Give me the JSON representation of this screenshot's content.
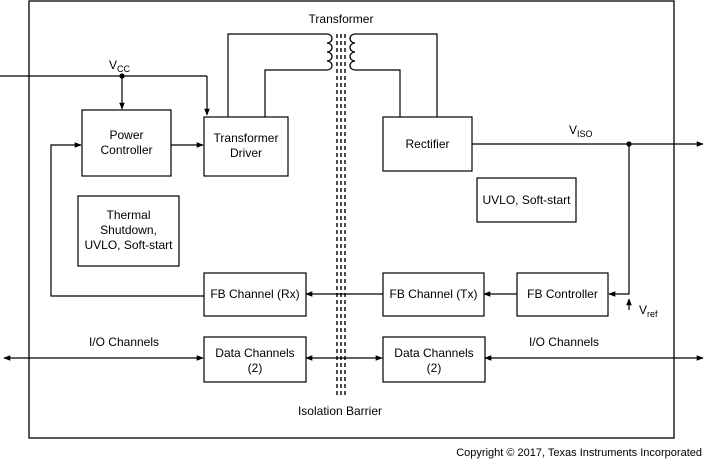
{
  "labels": {
    "transformer": "Transformer",
    "vcc_main": "V",
    "vcc_sub": "CC",
    "viso_main": "V",
    "viso_sub": "ISO",
    "vref_main": "V",
    "vref_sub": "ref",
    "io_left": "I/O Channels",
    "io_right": "I/O Channels",
    "isolation_barrier": "Isolation Barrier",
    "copyright": "Copyright © 2017, Texas Instruments Incorporated"
  },
  "blocks": {
    "power_controller": {
      "line1": "Power",
      "line2": "Controller"
    },
    "transformer_driver": {
      "line1": "Transformer",
      "line2": "Driver"
    },
    "rectifier": {
      "line1": "Rectifier"
    },
    "thermal": {
      "line1": "Thermal",
      "line2": "Shutdown,",
      "line3": "UVLO, Soft-start"
    },
    "uvlo_right": {
      "line1": "UVLO, Soft-start"
    },
    "fb_rx": {
      "line1": "FB Channel (Rx)"
    },
    "fb_tx": {
      "line1": "FB Channel (Tx)"
    },
    "fb_controller": {
      "line1": "FB Controller"
    },
    "data_left": {
      "line1": "Data Channels",
      "line2": "(2)"
    },
    "data_right": {
      "line1": "Data Channels",
      "line2": "(2)"
    }
  }
}
